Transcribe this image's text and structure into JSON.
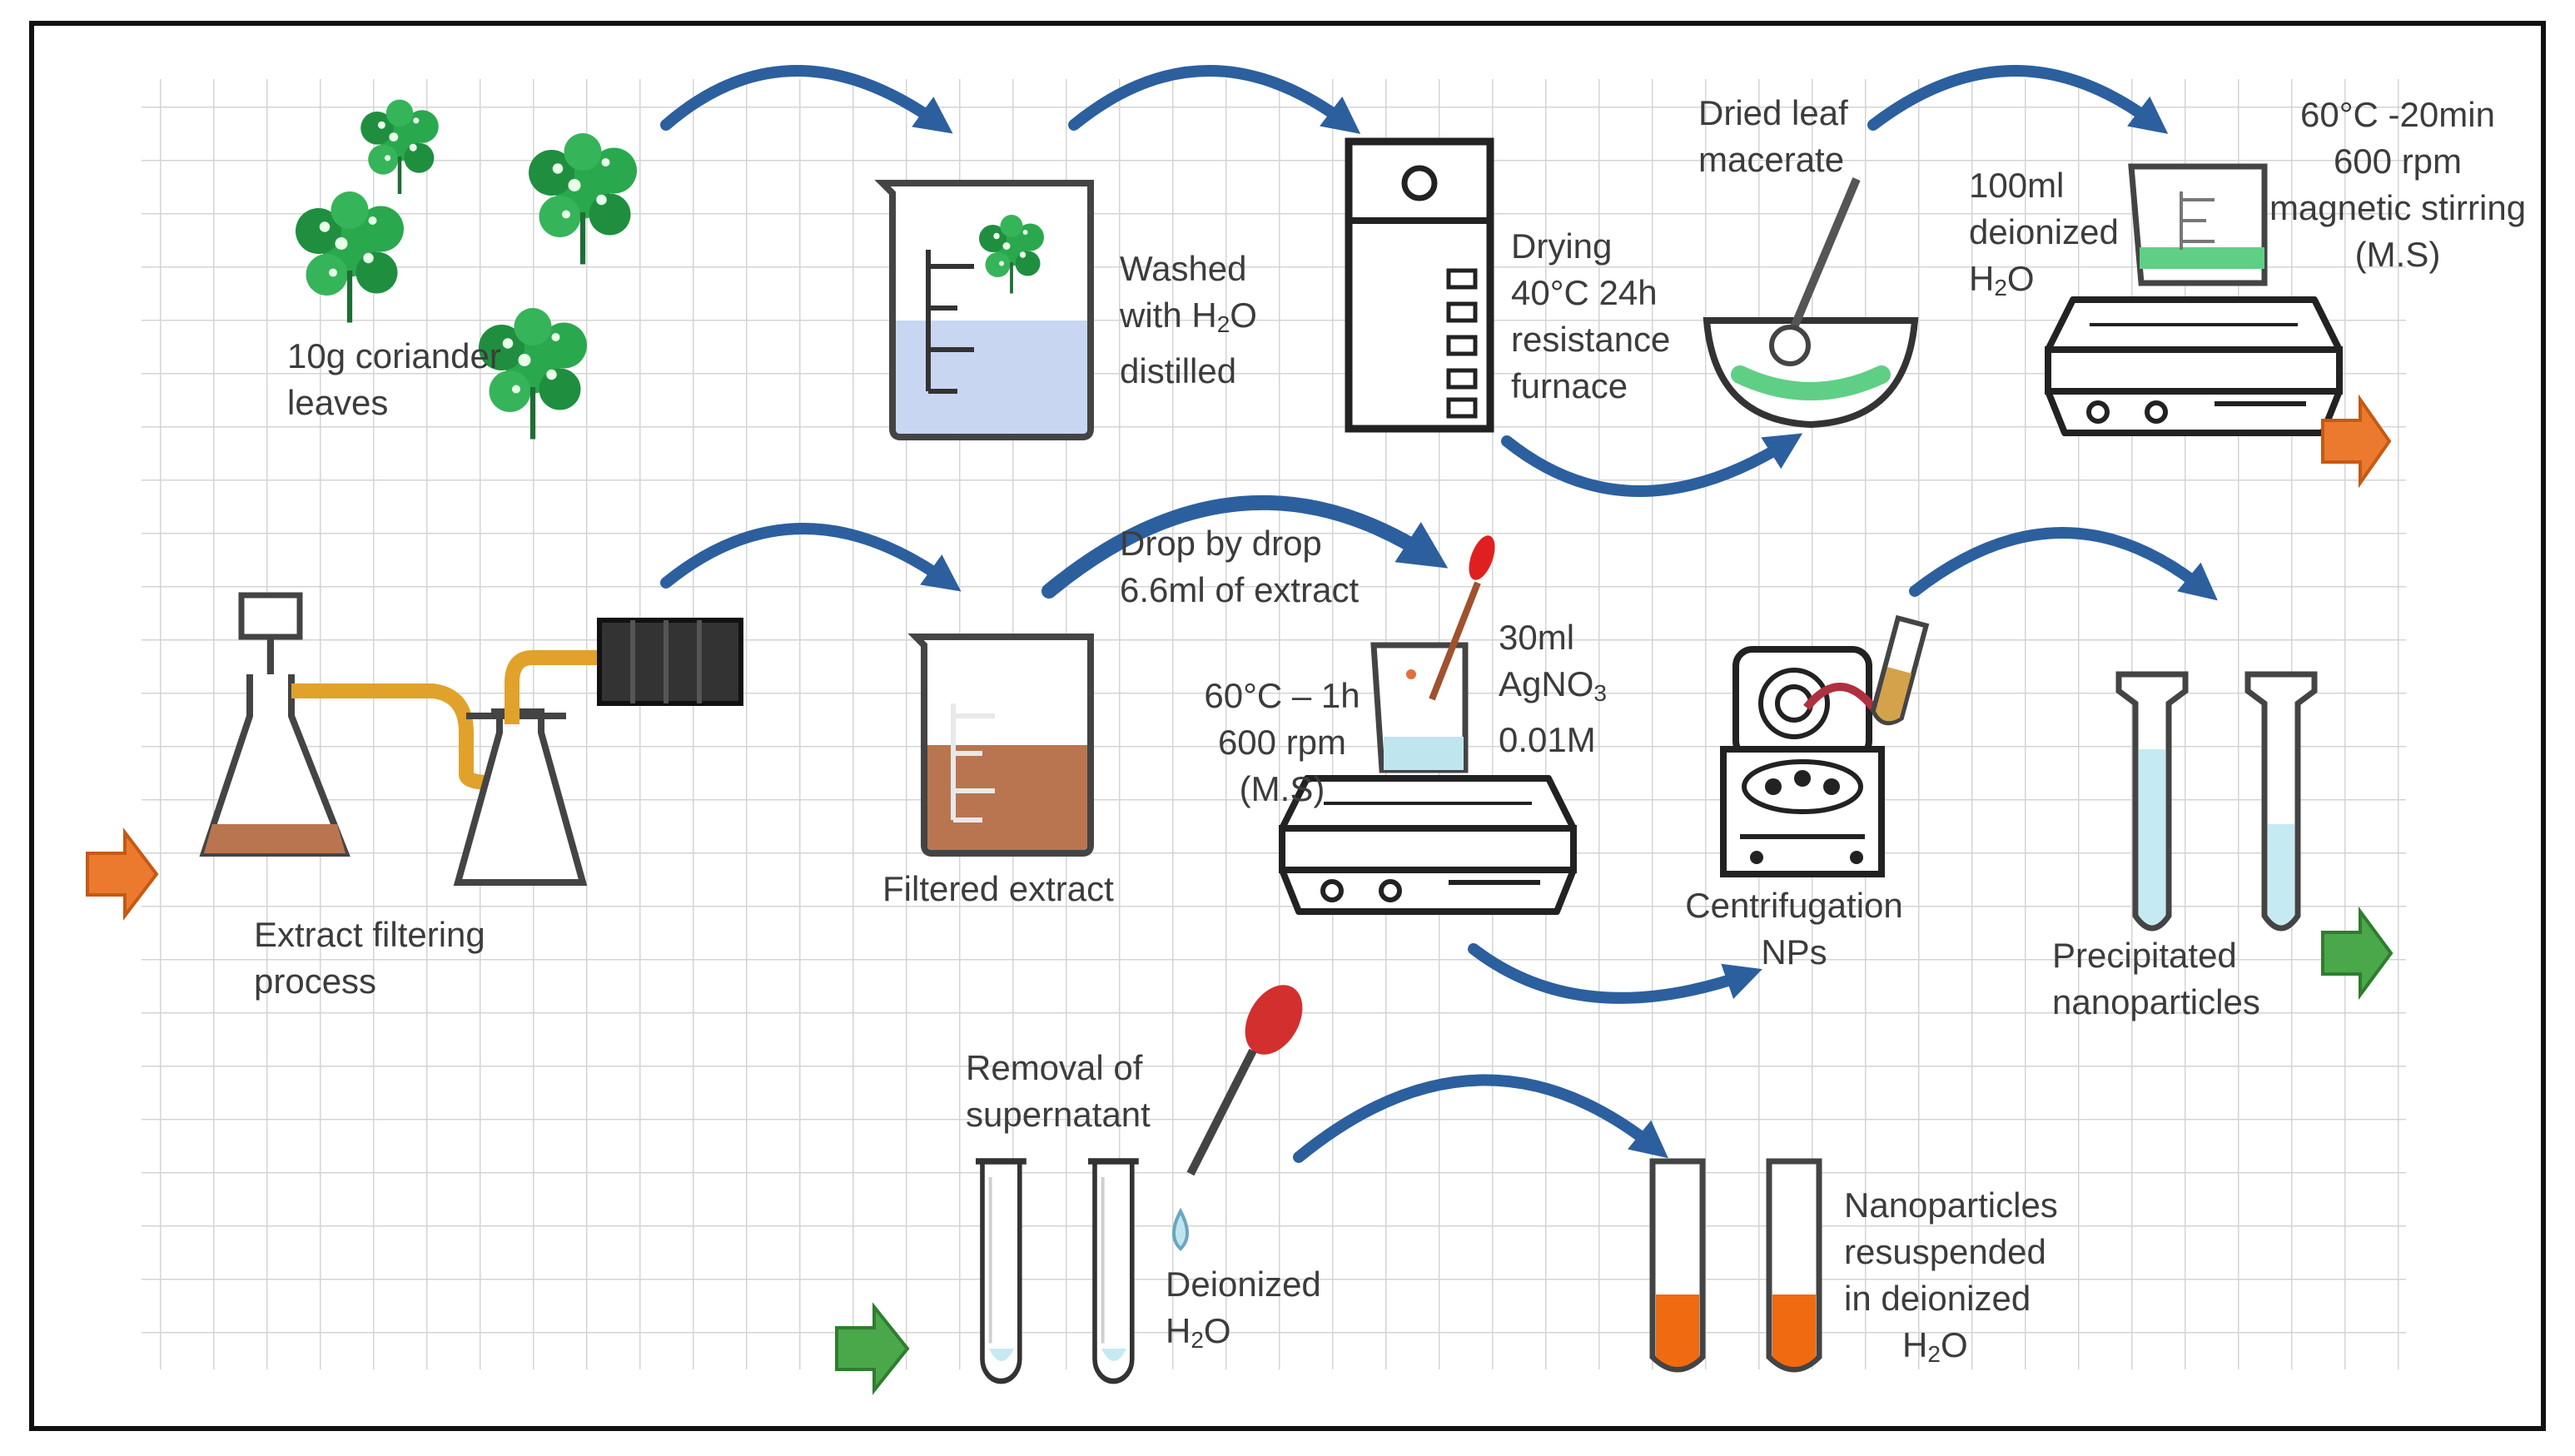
{
  "diagram": {
    "colors": {
      "arrow": "#2c5f9e",
      "step_arrow_orange": "#ec7a2e",
      "step_arrow_green": "#4aa84a",
      "leaf": "#2aa84e",
      "extract": "#b9754f",
      "water": "#bfe6ef",
      "suspension": "#f06a10",
      "grid": "#d4d4d4",
      "frame": "#111111"
    },
    "labels": {
      "coriander_1": "10g coriander",
      "coriander_2": "leaves",
      "washed_1": "Washed",
      "washed_2": "with H",
      "washed_2_sub": "2",
      "washed_2_end": "O",
      "washed_3": "distilled",
      "drying_1": "Drying",
      "drying_2": "40°C 24h",
      "drying_3": "resistance",
      "drying_4": "furnace",
      "dried_1": "Dried leaf",
      "dried_2": "macerate",
      "water100_1": "100ml",
      "water100_2": "deionized",
      "water100_3": "H",
      "water100_3_sub": "2",
      "water100_3_end": "O",
      "stir_1": "60°C -20min",
      "stir_2": "600 rpm",
      "stir_3": "magnetic stirring",
      "stir_4": "(M.S)",
      "filtering_1": "Extract filtering",
      "filtering_2": "process",
      "filtered": "Filtered extract",
      "drop_1": "Drop by drop",
      "drop_2": "6.6ml of extract",
      "agno3_1": "30ml",
      "agno3_2": "AgNO",
      "agno3_2_sub": "3",
      "agno3_3": "0.01M",
      "heat_1": "60°C – 1h",
      "heat_2": "600 rpm",
      "heat_3": "(M.S)",
      "centrifugation_1": "Centrifugation",
      "centrifugation_2": "NPs",
      "precipitated_1": "Precipitated",
      "precipitated_2": "nanoparticles",
      "removal_1": "Removal of",
      "removal_2": "supernatant",
      "deionized_1": "Deionized",
      "deionized_2": "H",
      "deionized_2_sub": "2",
      "deionized_2_end": "O",
      "resuspended_1": "Nanoparticles",
      "resuspended_2": "resuspended",
      "resuspended_3": "in deionized",
      "resuspended_4": "H",
      "resuspended_4_sub": "2",
      "resuspended_4_end": "O"
    }
  }
}
